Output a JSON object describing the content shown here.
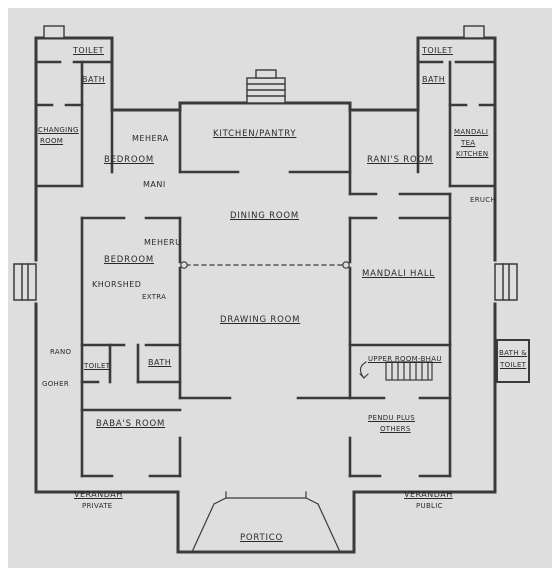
{
  "rooms": {
    "toilet_left": "TOILET",
    "bath_left": "BATH",
    "toilet_right": "TOILET",
    "bath_right": "BATH",
    "changing_room_line1": "CHANGING",
    "changing_room_line2": "ROOM",
    "mehera": "MEHERA",
    "bedroom_top": "BEDROOM",
    "mani": "MANI",
    "kitchen_pantry": "KITCHEN/PANTRY",
    "ranis_room": "RANI'S ROOM",
    "mandali_tea_line1": "MANDALI",
    "mandali_tea_line2": "TEA",
    "mandali_tea_line3": "KITCHEN",
    "eruch": "ERUCH",
    "dining_room": "DINING ROOM",
    "meheru": "MEHERU",
    "bedroom_mid": "BEDROOM",
    "khorshed": "KHORSHED",
    "extra": "EXTRA",
    "mandali_hall": "MANDALI HALL",
    "drawing_room": "DRAWING ROOM",
    "rano": "RANO",
    "toilet_small": "TOILET",
    "bath_small": "BATH",
    "goher": "GOHER",
    "upper_room": "UPPER ROOM-BHAU",
    "bath_toilet_line1": "BATH &",
    "bath_toilet_line2": "TOILET",
    "babas_room": "BABA'S ROOM",
    "pendu_line1": "PENDU PLUS",
    "pendu_line2": "OTHERS",
    "verandah_left": "VERANDAH",
    "private": "PRIVATE",
    "verandah_right": "VERANDAH",
    "public": "PUBLIC",
    "portico": "PORTICO"
  }
}
